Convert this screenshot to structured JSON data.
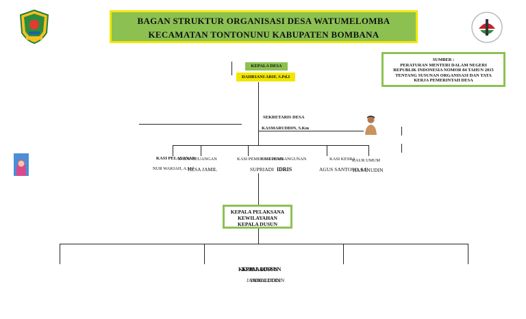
{
  "title": {
    "line1": "BAGAN STRUKTUR ORGANISASI DESA WATUMELOMBA",
    "line2": "KECAMATAN TONTONUNU KABUPATEN BOMBANA"
  },
  "source": {
    "line1": "SUMBER :",
    "line2": "PERATURAN MENTERI DALAM NEGERI",
    "line3": "REPUBLIK INDONESIA NOMOR 84 TAHUN 2015",
    "line4": "TENTANG SUSUNAN ORGANISASI DAN TATA",
    "line5": "KERJA PEMERINTAH DESA"
  },
  "kepala_desa": {
    "label": "KEPALA DESA",
    "name": "DAHRIANI ARIF, S.Pd.I"
  },
  "sekretaris": {
    "label": "SEKRETARIS DESA",
    "name": "KASMARUDDIN, S.Km"
  },
  "staff": {
    "kasi_pelayanan": "KASI PELAYANAN",
    "kaur_keuangan": "KAUR KEUANGAN",
    "kasi_pemerintahan": "KASI PEMERINTAHAN",
    "kasi_pembangunan": "KASI PEMBANGUNAN",
    "kasi_kesra": "KASI KESRA",
    "kaur_umum": "KAUR UMUM",
    "name_nur": "NUR WAKIAH, A.Md",
    "name_hesa": "HESA JAMIL",
    "name_supriadi": "SUPRIADI",
    "name_idris": "IDRIS",
    "name_agus": "AGUS SANTOSO, S.E",
    "name_hasanudin": "HASANUDIN"
  },
  "kepala_pelaksana": {
    "line1": "KEPALA PELAKSANA",
    "line2": "KEWILAYAHAN",
    "line3": "KEPALA DUSUN"
  },
  "dusun": {
    "label": "KEPALA DUSUN",
    "name": "JAMALUDDIN"
  },
  "colors": {
    "green": "#8cc152",
    "yellow": "#f2e600"
  }
}
